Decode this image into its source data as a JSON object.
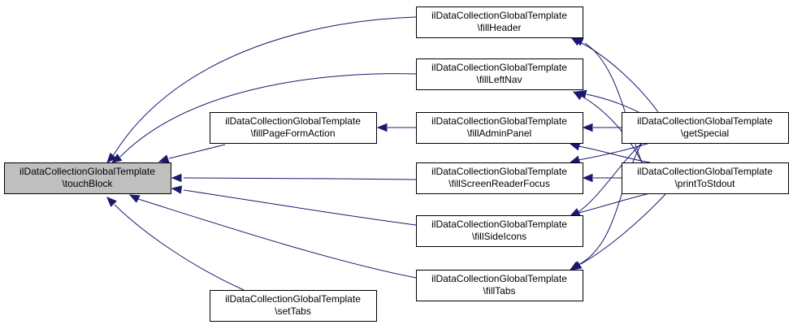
{
  "nodes": [
    {
      "id": "touchBlock",
      "line1": "ilDataCollectionGlobalTemplate",
      "line2": "\\touchBlock",
      "root": true
    },
    {
      "id": "fillHeader",
      "line1": "ilDataCollectionGlobalTemplate",
      "line2": "\\fillHeader"
    },
    {
      "id": "fillLeftNav",
      "line1": "ilDataCollectionGlobalTemplate",
      "line2": "\\fillLeftNav"
    },
    {
      "id": "fillPageFormAction",
      "line1": "ilDataCollectionGlobalTemplate",
      "line2": "\\fillPageFormAction"
    },
    {
      "id": "fillAdminPanel",
      "line1": "ilDataCollectionGlobalTemplate",
      "line2": "\\fillAdminPanel"
    },
    {
      "id": "fillScreenReaderFocus",
      "line1": "ilDataCollectionGlobalTemplate",
      "line2": "\\fillScreenReaderFocus"
    },
    {
      "id": "fillSideIcons",
      "line1": "ilDataCollectionGlobalTemplate",
      "line2": "\\fillSideIcons"
    },
    {
      "id": "fillTabs",
      "line1": "ilDataCollectionGlobalTemplate",
      "line2": "\\fillTabs"
    },
    {
      "id": "setTabs",
      "line1": "ilDataCollectionGlobalTemplate",
      "line2": "\\setTabs"
    },
    {
      "id": "getSpecial",
      "line1": "ilDataCollectionGlobalTemplate",
      "line2": "\\getSpecial"
    },
    {
      "id": "printToStdout",
      "line1": "ilDataCollectionGlobalTemplate",
      "line2": "\\printToStdout"
    }
  ],
  "edges": [
    {
      "from": "fillHeader",
      "to": "touchBlock"
    },
    {
      "from": "fillLeftNav",
      "to": "touchBlock"
    },
    {
      "from": "fillPageFormAction",
      "to": "touchBlock"
    },
    {
      "from": "fillScreenReaderFocus",
      "to": "touchBlock"
    },
    {
      "from": "fillSideIcons",
      "to": "touchBlock"
    },
    {
      "from": "fillTabs",
      "to": "touchBlock"
    },
    {
      "from": "setTabs",
      "to": "touchBlock"
    },
    {
      "from": "fillAdminPanel",
      "to": "fillPageFormAction"
    },
    {
      "from": "getSpecial",
      "to": "fillHeader"
    },
    {
      "from": "printToStdout",
      "to": "fillHeader"
    },
    {
      "from": "getSpecial",
      "to": "fillLeftNav"
    },
    {
      "from": "printToStdout",
      "to": "fillLeftNav"
    },
    {
      "from": "getSpecial",
      "to": "fillAdminPanel"
    },
    {
      "from": "printToStdout",
      "to": "fillAdminPanel"
    },
    {
      "from": "getSpecial",
      "to": "fillScreenReaderFocus"
    },
    {
      "from": "printToStdout",
      "to": "fillScreenReaderFocus"
    },
    {
      "from": "getSpecial",
      "to": "fillSideIcons"
    },
    {
      "from": "printToStdout",
      "to": "fillSideIcons"
    },
    {
      "from": "getSpecial",
      "to": "fillTabs"
    },
    {
      "from": "printToStdout",
      "to": "fillTabs"
    }
  ],
  "colors": {
    "edge": "#191970",
    "root_fill": "#bfbfbf",
    "node_fill": "#ffffff",
    "border": "#000000"
  }
}
